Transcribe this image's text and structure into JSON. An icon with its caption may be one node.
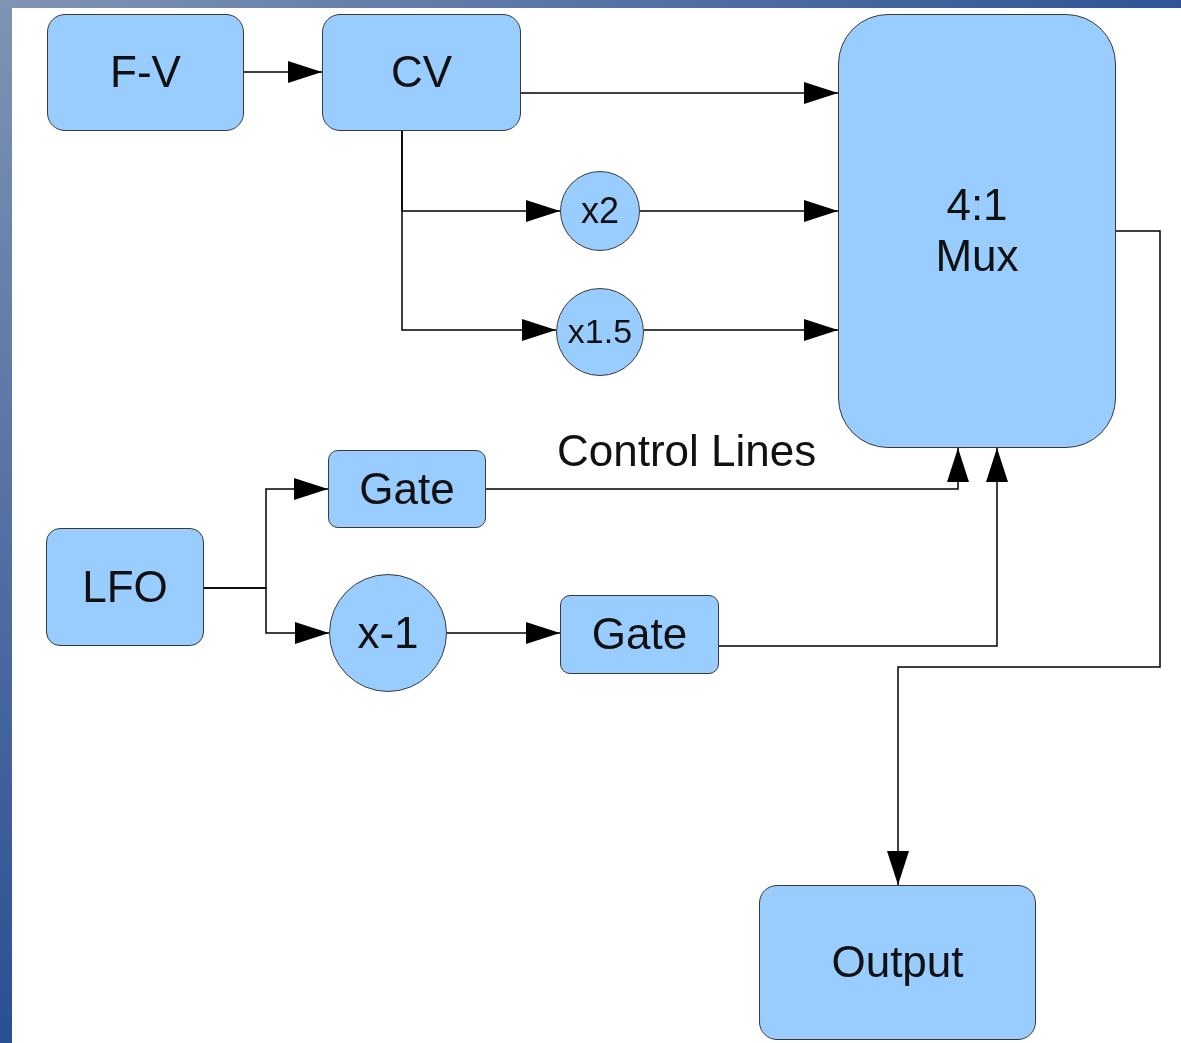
{
  "diagram": {
    "nodes": [
      {
        "text": [
          "F-V"
        ]
      },
      {
        "text": [
          "CV"
        ]
      },
      {
        "text": [
          "4:1 Mux"
        ]
      },
      {
        "text": [
          "x2"
        ]
      },
      {
        "text": [
          "x1.5"
        ]
      },
      {
        "text": [
          "Gate"
        ]
      },
      {
        "text": [
          "LFO"
        ]
      },
      {
        "text": [
          "x-1"
        ]
      },
      {
        "text": [
          "Gate"
        ]
      },
      {
        "text": [
          "Output"
        ]
      }
    ],
    "edges": [
      {
        "from": 0,
        "to": 1,
        "arrow": "to"
      },
      {
        "from": 1,
        "to": 2,
        "arrow": "to"
      },
      {
        "from": 1,
        "to": 3,
        "arrow": "to"
      },
      {
        "from": 1,
        "to": 4,
        "arrow": "to"
      },
      {
        "from": 3,
        "to": 2,
        "arrow": "to"
      },
      {
        "from": 4,
        "to": 2,
        "arrow": "to"
      },
      {
        "from": 5,
        "to": 2,
        "arrow": "to"
      },
      {
        "from": 6,
        "to": 5,
        "arrow": "to"
      },
      {
        "from": 6,
        "to": 7,
        "arrow": "to"
      },
      {
        "from": 7,
        "to": 8,
        "arrow": "to"
      },
      {
        "from": 8,
        "to": 2,
        "arrow": "to"
      },
      {
        "from": 2,
        "to": 9,
        "arrow": "to"
      }
    ],
    "labels": [
      "Control Lines"
    ]
  }
}
